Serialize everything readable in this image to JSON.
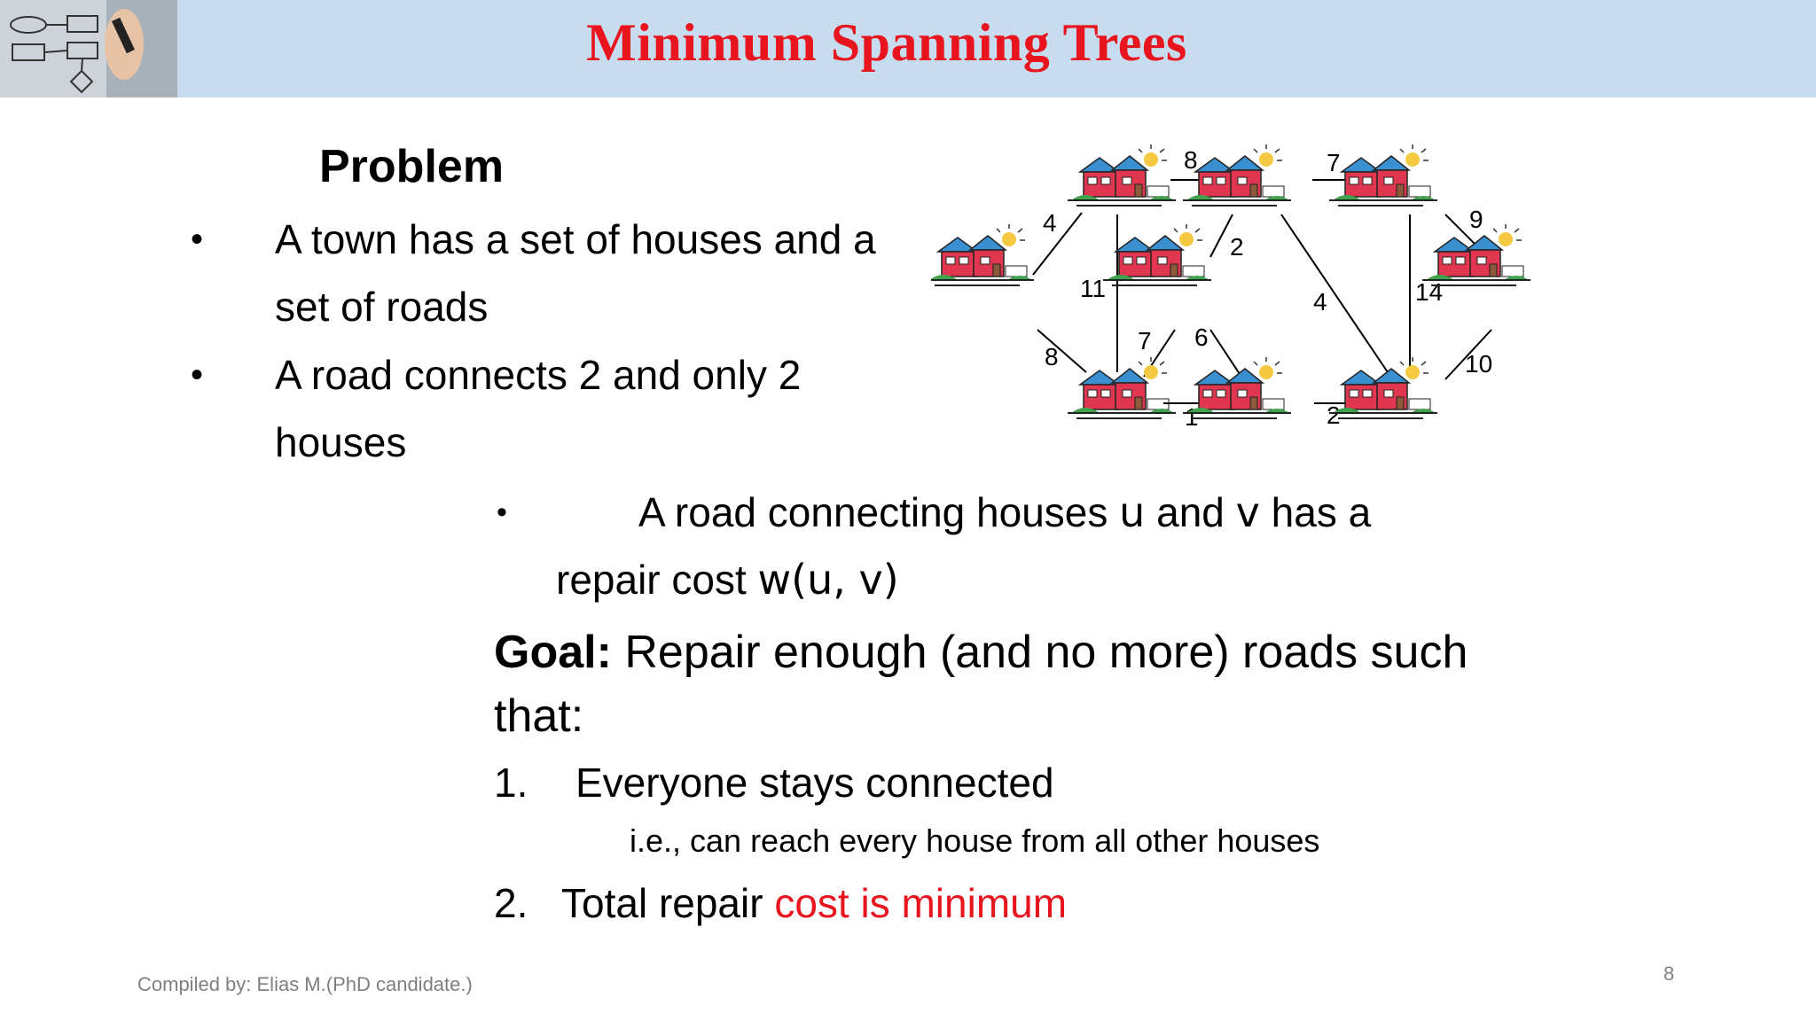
{
  "header": {
    "title": "Minimum Spanning Trees"
  },
  "problem": {
    "heading": "Problem",
    "bullets": [
      "A town has a set of houses  and a set of roads",
      "A road connects 2 and only 2 houses"
    ],
    "road_cost": {
      "line1_prefix": "A road connecting houses ",
      "u": "u",
      "and": " and ",
      "v": "v",
      "has_a": " has a",
      "line2_prefix": "repair  cost ",
      "w": "w(u, v)"
    }
  },
  "goal": {
    "label": "Goal:",
    "text": " Repair enough (and no more) roads such that:",
    "items": [
      {
        "num": "1.",
        "text": "Everyone stays connected",
        "sub": "i.e., can reach every house from all other houses"
      },
      {
        "num": "2.",
        "text_plain": "Total repair ",
        "text_highlight": "cost is minimum"
      }
    ]
  },
  "graph": {
    "edge_weights": [
      "8",
      "7",
      "4",
      "2",
      "9",
      "11",
      "4",
      "14",
      "7",
      "6",
      "8",
      "10",
      "1",
      "2"
    ],
    "colors": {
      "house_roof": "#3a8fd0",
      "house_wall": "#e0364f",
      "grass": "#3fa34d",
      "sun": "#f5c842"
    }
  },
  "footer": {
    "credit": "Compiled by: Elias  M.(PhD candidate.)",
    "page": "8"
  }
}
